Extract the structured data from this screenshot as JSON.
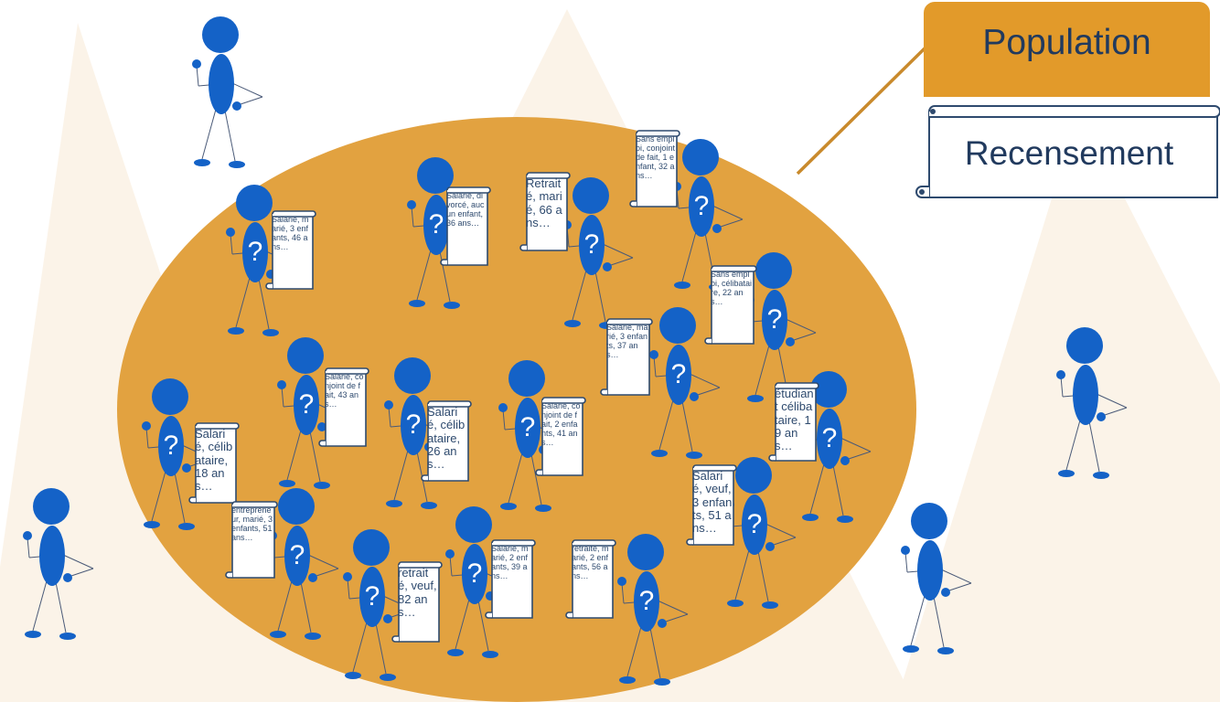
{
  "colors": {
    "ellipse": "#e2a240",
    "figure": "#1462c7",
    "header_fill": "#e29a2a",
    "connector": "#c98a2c",
    "text": "#213a5e",
    "watermark": "#fbf3e8"
  },
  "header": {
    "population": "Population",
    "recensement": "Recensement"
  },
  "people": [
    {
      "label": "Salarié, marié, 3 enfants, 46 ans…"
    },
    {
      "label": "Salarié, divorcé, aucun enfant, 36 ans…"
    },
    {
      "label": "Retraité, marié, 66 ans…"
    },
    {
      "label": "Sans emploi, conjoint de fait, 1 enfant, 32 ans…"
    },
    {
      "label": "Sans emploi, célibataire, 22 ans…"
    },
    {
      "label": "Salarié, marié, 3 enfants, 37 ans…"
    },
    {
      "label": "Salarié, conjoint de fait, 43 ans…"
    },
    {
      "label": "Salarié, célibataire, 26 ans…"
    },
    {
      "label": "Salarié, conjoint de fait, 2 enfants, 41 ans…"
    },
    {
      "label": "étudiant célibataire, 19 ans…"
    },
    {
      "label": "Salarié, célibataire, 18 ans…"
    },
    {
      "label": "Salarié, veuf, 3 enfants, 51 ans…"
    },
    {
      "label": "entrepreneur, marié, 3 enfants, 51 ans…"
    },
    {
      "label": "retraité, veuf, 82 ans…"
    },
    {
      "label": "Salarié, marié, 2 enfants, 39 ans…"
    },
    {
      "label": "retraité, marié, 2 enfants, 56 ans…"
    }
  ],
  "outside_people_count": 4
}
